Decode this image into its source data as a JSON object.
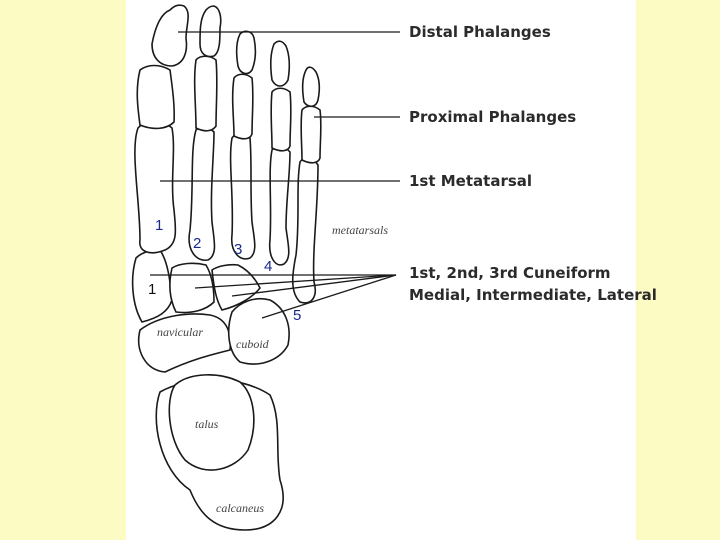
{
  "labels": {
    "distal_phalanges": "Distal Phalanges",
    "proximal_phalanges": "Proximal Phalanges",
    "first_metatarsal": "1st Metatarsal",
    "cuneiform_line1": "1st, 2nd, 3rd Cuneiform",
    "cuneiform_line2": "Medial, Intermediate, Lateral"
  },
  "bone_labels": {
    "metatarsals": "metatarsals",
    "navicular": "navicular",
    "cuboid": "cuboid",
    "talus": "talus",
    "calcaneus": "calcaneus"
  },
  "numbers": {
    "met1": "1",
    "met2": "2",
    "met3": "3",
    "met4": "4",
    "met5": "5",
    "cuneiform1": "1"
  },
  "colors": {
    "background": "#fdfbc4",
    "panel": "#ffffff",
    "number_blue": "#1a2a8a"
  }
}
